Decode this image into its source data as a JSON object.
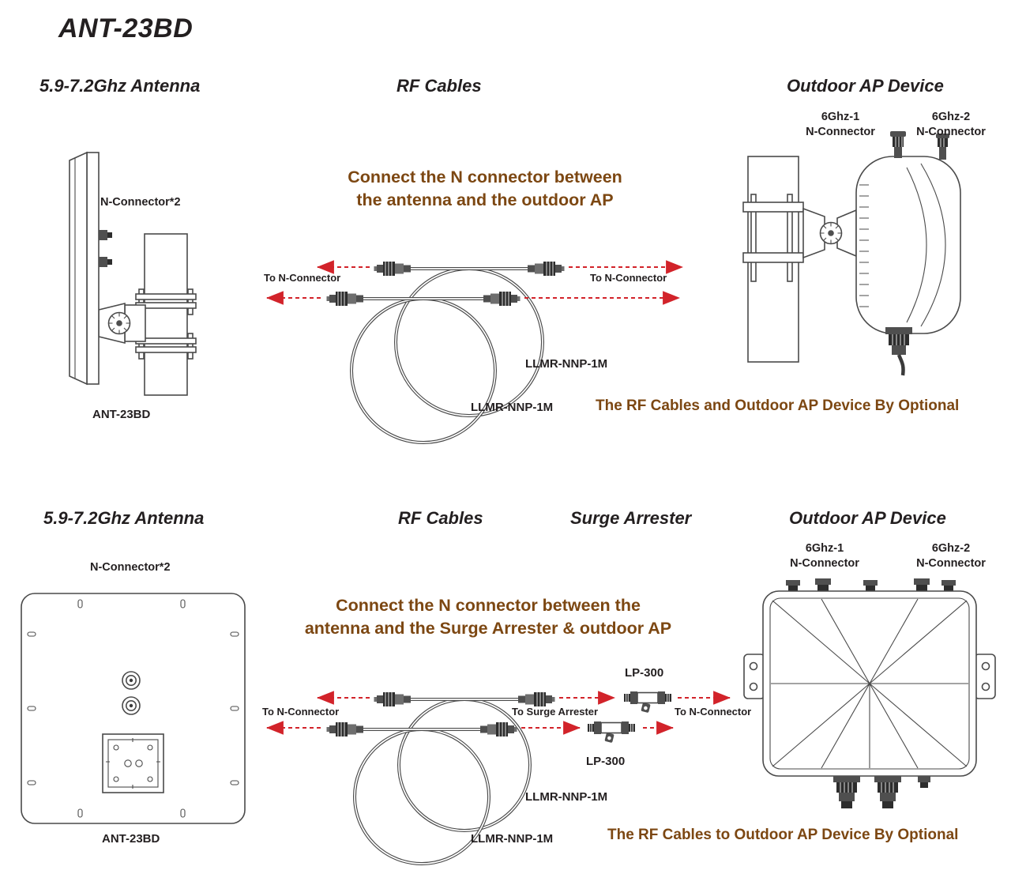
{
  "colors": {
    "ink": "#231f20",
    "brown": "#7c4712",
    "red": "#d2232a",
    "line": "#4a4a4a"
  },
  "title": "ANT-23BD",
  "top": {
    "headers": {
      "antenna": "5.9-7.2Ghz Antenna",
      "cables": "RF Cables",
      "ap": "Outdoor AP Device"
    },
    "antenna": {
      "connector_label": "N-Connector*2",
      "model": "ANT-23BD"
    },
    "instruction": {
      "line1": "Connect the N connector between",
      "line2": "the antenna and the outdoor AP"
    },
    "cables": {
      "to_left": "To N-Connector",
      "to_right": "To N-Connector",
      "label1": "LLMR-NNP-1M",
      "label2": "LLMR-NNP-1M"
    },
    "ap": {
      "port1_freq": "6Ghz-1",
      "port1_type": "N-Connector",
      "port2_freq": "6Ghz-2",
      "port2_type": "N-Connector"
    },
    "note": "The RF Cables and Outdoor AP Device By Optional"
  },
  "bottom": {
    "headers": {
      "antenna": "5.9-7.2Ghz Antenna",
      "cables": "RF Cables",
      "surge": "Surge Arrester",
      "ap": "Outdoor AP Device"
    },
    "antenna": {
      "connector_label": "N-Connector*2",
      "model": "ANT-23BD"
    },
    "instruction": {
      "line1": "Connect the N connector between the",
      "line2": "antenna and the Surge Arrester & outdoor AP"
    },
    "cables": {
      "to_left": "To N-Connector",
      "to_surge": "To Surge Arrester",
      "to_right": "To N-Connector",
      "label1": "LLMR-NNP-1M",
      "label2": "LLMR-NNP-1M"
    },
    "surge": {
      "label1": "LP-300",
      "label2": "LP-300"
    },
    "ap": {
      "port1_freq": "6Ghz-1",
      "port1_type": "N-Connector",
      "port2_freq": "6Ghz-2",
      "port2_type": "N-Connector"
    },
    "note": "The RF Cables to Outdoor AP Device By Optional"
  }
}
